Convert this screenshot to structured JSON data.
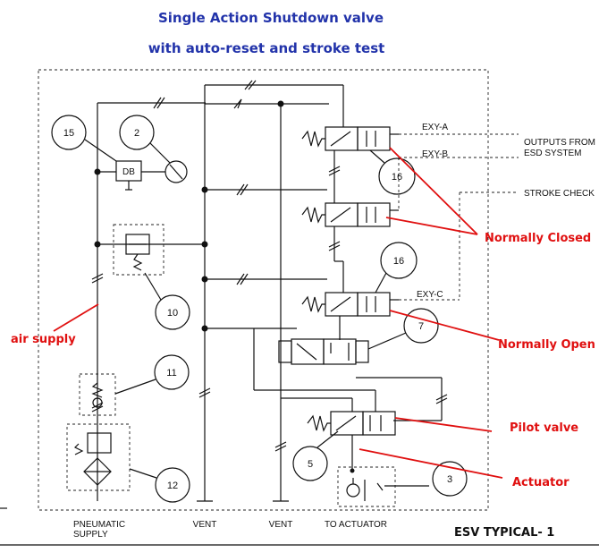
{
  "title": {
    "line1": "Single Action Shutdown valve",
    "line2": "with auto-reset and stroke test"
  },
  "labels": {
    "outputs_line1": "OUTPUTS FROM",
    "outputs_line2": "ESD SYSTEM",
    "stroke_check": "STROKE CHECK",
    "exy_a": "EXY-A",
    "exy_b": "EXY-B",
    "exy_c": "EXY-C",
    "db": "DB",
    "pneumatic_line1": "PNEUMATIC",
    "pneumatic_line2": "SUPPLY",
    "vent_1": "VENT",
    "vent_2": "VENT",
    "to_actuator": "TO ACTUATOR",
    "esv_typical": "ESV TYPICAL- 1"
  },
  "callouts": {
    "normally_closed": "Normally Closed",
    "normally_open": "Normally Open",
    "pilot_valve": "Pilot valve",
    "actuator": "Actuator",
    "air_supply": "air supply"
  },
  "bubbles": {
    "b15": "15",
    "b2": "2",
    "b16a": "16",
    "b16b": "16",
    "b10": "10",
    "b7": "7",
    "b11": "11",
    "b5": "5",
    "b12": "12",
    "b3": "3"
  },
  "colors": {
    "title": "#2233aa",
    "callout": "#e01010",
    "line": "#111111"
  }
}
